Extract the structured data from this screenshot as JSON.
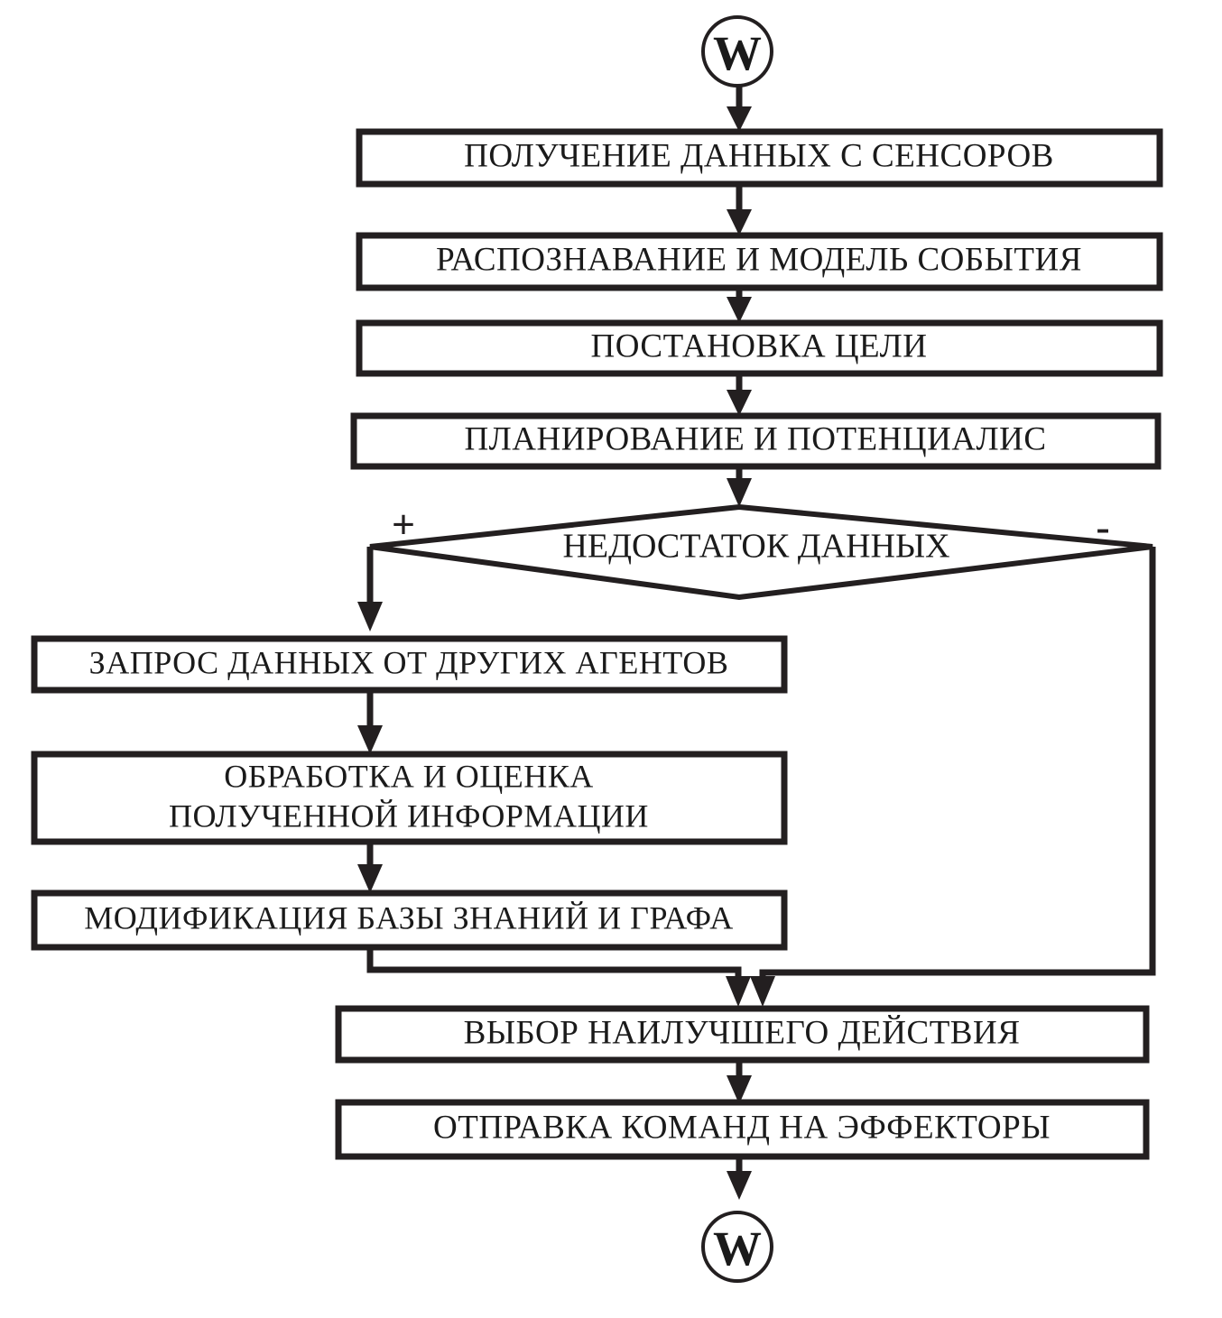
{
  "diagram": {
    "type": "flowchart",
    "language": "ru",
    "title": "",
    "orientation": "top-to-bottom",
    "terminators": {
      "start_label": "W",
      "end_label": "W"
    },
    "nodes": [
      {
        "id": "start",
        "shape": "circle",
        "label": "W"
      },
      {
        "id": "n1",
        "shape": "process",
        "label": "ПОЛУЧЕНИЕ ДАННЫХ С СЕНСОРОВ"
      },
      {
        "id": "n2",
        "shape": "process",
        "label": "РАСПОЗНАВАНИЕ И МОДЕЛЬ СОБЫТИЯ"
      },
      {
        "id": "n3",
        "shape": "process",
        "label": "ПОСТАНОВКА ЦЕЛИ"
      },
      {
        "id": "n4",
        "shape": "process",
        "label": "ПЛАНИРОВАНИЕ И ПОТЕНЦИАЛИС"
      },
      {
        "id": "d1",
        "shape": "decision",
        "label": "НЕДОСТАТОК ДАННЫХ"
      },
      {
        "id": "n5",
        "shape": "process",
        "label": "ЗАПРОС ДАННЫХ ОТ ДРУГИХ АГЕНТОВ"
      },
      {
        "id": "n6",
        "shape": "process",
        "label_line1": "ОБРАБОТКА И ОЦЕНКА",
        "label_line2": "ПОЛУЧЕННОЙ ИНФОРМАЦИИ"
      },
      {
        "id": "n7",
        "shape": "process",
        "label": "МОДИФИКАЦИЯ БАЗЫ ЗНАНИЙ И ГРАФА"
      },
      {
        "id": "n8",
        "shape": "process",
        "label": "ВЫБОР НАИЛУЧШЕГО ДЕЙСТВИЯ"
      },
      {
        "id": "n9",
        "shape": "process",
        "label": "ОТПРАВКА КОМАНД НА ЭФФЕКТОРЫ"
      },
      {
        "id": "end",
        "shape": "circle",
        "label": "W"
      }
    ],
    "branch_labels": {
      "positive": "+",
      "negative": "-"
    },
    "edges": [
      {
        "from": "start",
        "to": "n1",
        "label": ""
      },
      {
        "from": "n1",
        "to": "n2",
        "label": ""
      },
      {
        "from": "n2",
        "to": "n3",
        "label": ""
      },
      {
        "from": "n3",
        "to": "n4",
        "label": ""
      },
      {
        "from": "n4",
        "to": "d1",
        "label": ""
      },
      {
        "from": "d1",
        "to": "n5",
        "label": "+"
      },
      {
        "from": "d1",
        "to": "n8",
        "label": "-"
      },
      {
        "from": "n5",
        "to": "n6",
        "label": ""
      },
      {
        "from": "n6",
        "to": "n7",
        "label": ""
      },
      {
        "from": "n7",
        "to": "n8",
        "label": ""
      },
      {
        "from": "n8",
        "to": "n9",
        "label": ""
      },
      {
        "from": "n9",
        "to": "end",
        "label": ""
      }
    ],
    "colors": {
      "stroke": "#231f20",
      "fill": "#ffffff",
      "text": "#1a1a1a"
    }
  }
}
